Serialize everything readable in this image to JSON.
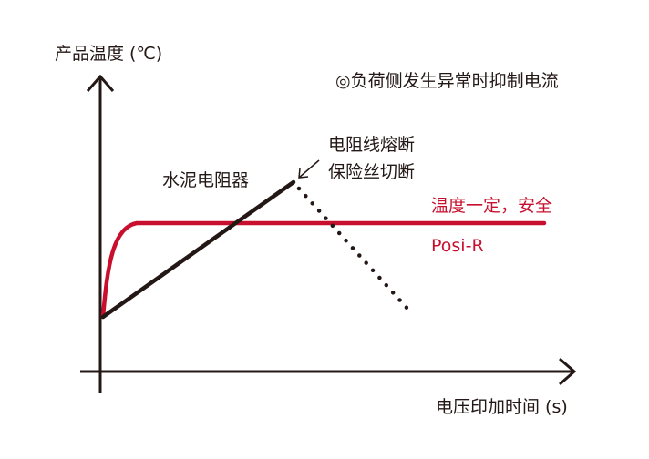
{
  "axes": {
    "y_label": "产品温度 (℃)",
    "x_label": "电压印加时间 (s)"
  },
  "note": "◎负荷侧发生异常时抑制电流",
  "series": {
    "cement_resistor": {
      "label": "水泥电阻器",
      "color": "#231815"
    },
    "failure": {
      "line1": "电阻线熔断",
      "line2": "保险丝切断"
    },
    "posi_r": {
      "label": "Posi-R",
      "caption": "温度一定，安全",
      "color": "#c8102e"
    }
  }
}
